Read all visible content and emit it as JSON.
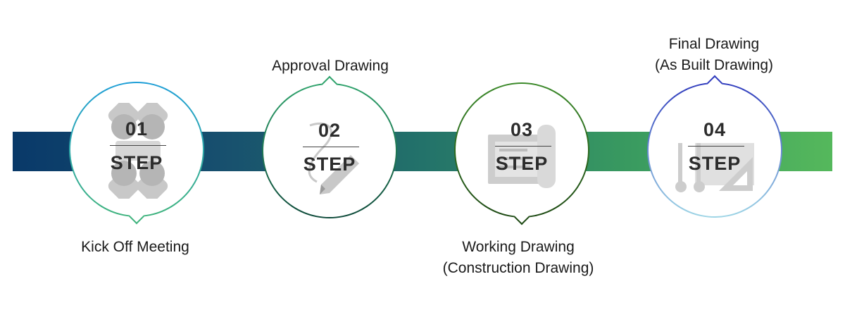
{
  "steps": [
    {
      "number": "01",
      "word": "STEP",
      "label_lines": [
        "Kick Off Meeting"
      ],
      "icon": "meeting-people-icon",
      "colors": [
        "#1f9fd8",
        "#3fb37d"
      ]
    },
    {
      "number": "02",
      "word": "STEP",
      "label_lines": [
        "Approval Drawing"
      ],
      "icon": "pencil-drawing-icon",
      "colors": [
        "#2fa36c",
        "#0e4a3a"
      ]
    },
    {
      "number": "03",
      "word": "STEP",
      "label_lines": [
        "Working Drawing",
        "(Construction Drawing)"
      ],
      "icon": "blueprint-icon",
      "colors": [
        "#3c8a2a",
        "#1e4a14"
      ]
    },
    {
      "number": "04",
      "word": "STEP",
      "label_lines": [
        "Final Drawing",
        "(As Built Drawing)"
      ],
      "icon": "drafting-tools-icon",
      "colors": [
        "#2f3bbd",
        "#9fd6e6"
      ]
    }
  ],
  "band_colors": [
    "#093969",
    "#23726a",
    "#55b85c"
  ]
}
